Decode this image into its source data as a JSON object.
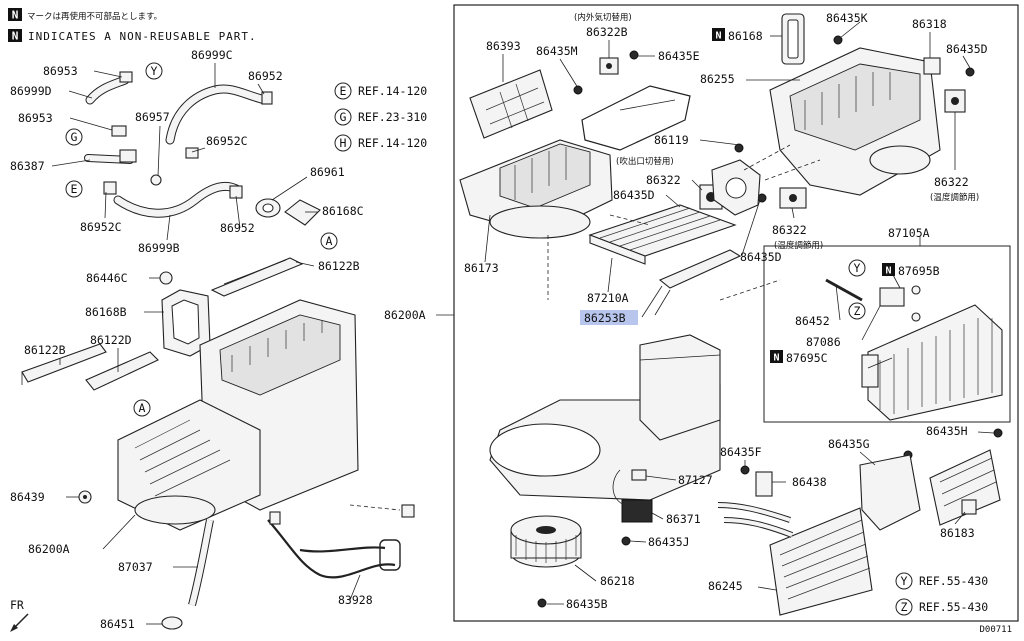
{
  "notes": {
    "n_badge": "N",
    "note_jp": "マークは再使用不可部品とします。",
    "note_en": "INDICATES A NON-REUSABLE PART."
  },
  "refs": [
    {
      "badge": "E",
      "text": "REF.14-120"
    },
    {
      "badge": "G",
      "text": "REF.23-310"
    },
    {
      "badge": "H",
      "text": "REF.14-120"
    },
    {
      "badge": "Y",
      "text": "REF.55-430"
    },
    {
      "badge": "Z",
      "text": "REF.55-430"
    }
  ],
  "circle_markers": [
    "A",
    "A",
    "E",
    "G",
    "H",
    "Y",
    "Z"
  ],
  "japanese_notes": {
    "outside_air": "(内外気切替用)",
    "outlet": "(吹出口切替用)",
    "temp_ctrl_1": "(温度調節用)",
    "temp_ctrl_2": "(温度調節用)"
  },
  "parts_left": [
    "86953",
    "86999D",
    "86953",
    "86387",
    "86952C",
    "86999C",
    "86952",
    "86957",
    "86952C",
    "86961",
    "86168C",
    "86999B",
    "86952",
    "86446C",
    "86122B",
    "86168B",
    "86122B",
    "86122D",
    "86439",
    "86200A",
    "87037",
    "83928",
    "86451"
  ],
  "parts_right": [
    "86393",
    "86435M",
    "86322B",
    "86435E",
    "86168",
    "86435K",
    "86318",
    "86435D",
    "86255",
    "86119",
    "86322",
    "86435D",
    "86322",
    "86322",
    "86435D",
    "86173",
    "87210A",
    "86253B",
    "86200A",
    "87105A",
    "87695B",
    "86452",
    "87086",
    "87695C",
    "87127",
    "86371",
    "86435J",
    "86218",
    "86435B",
    "86435F",
    "86438",
    "86435G",
    "86435H",
    "86183",
    "86245"
  ],
  "highlighted_part": "86253B",
  "footer": {
    "fr": "FR",
    "diagram_code": "D00711"
  }
}
